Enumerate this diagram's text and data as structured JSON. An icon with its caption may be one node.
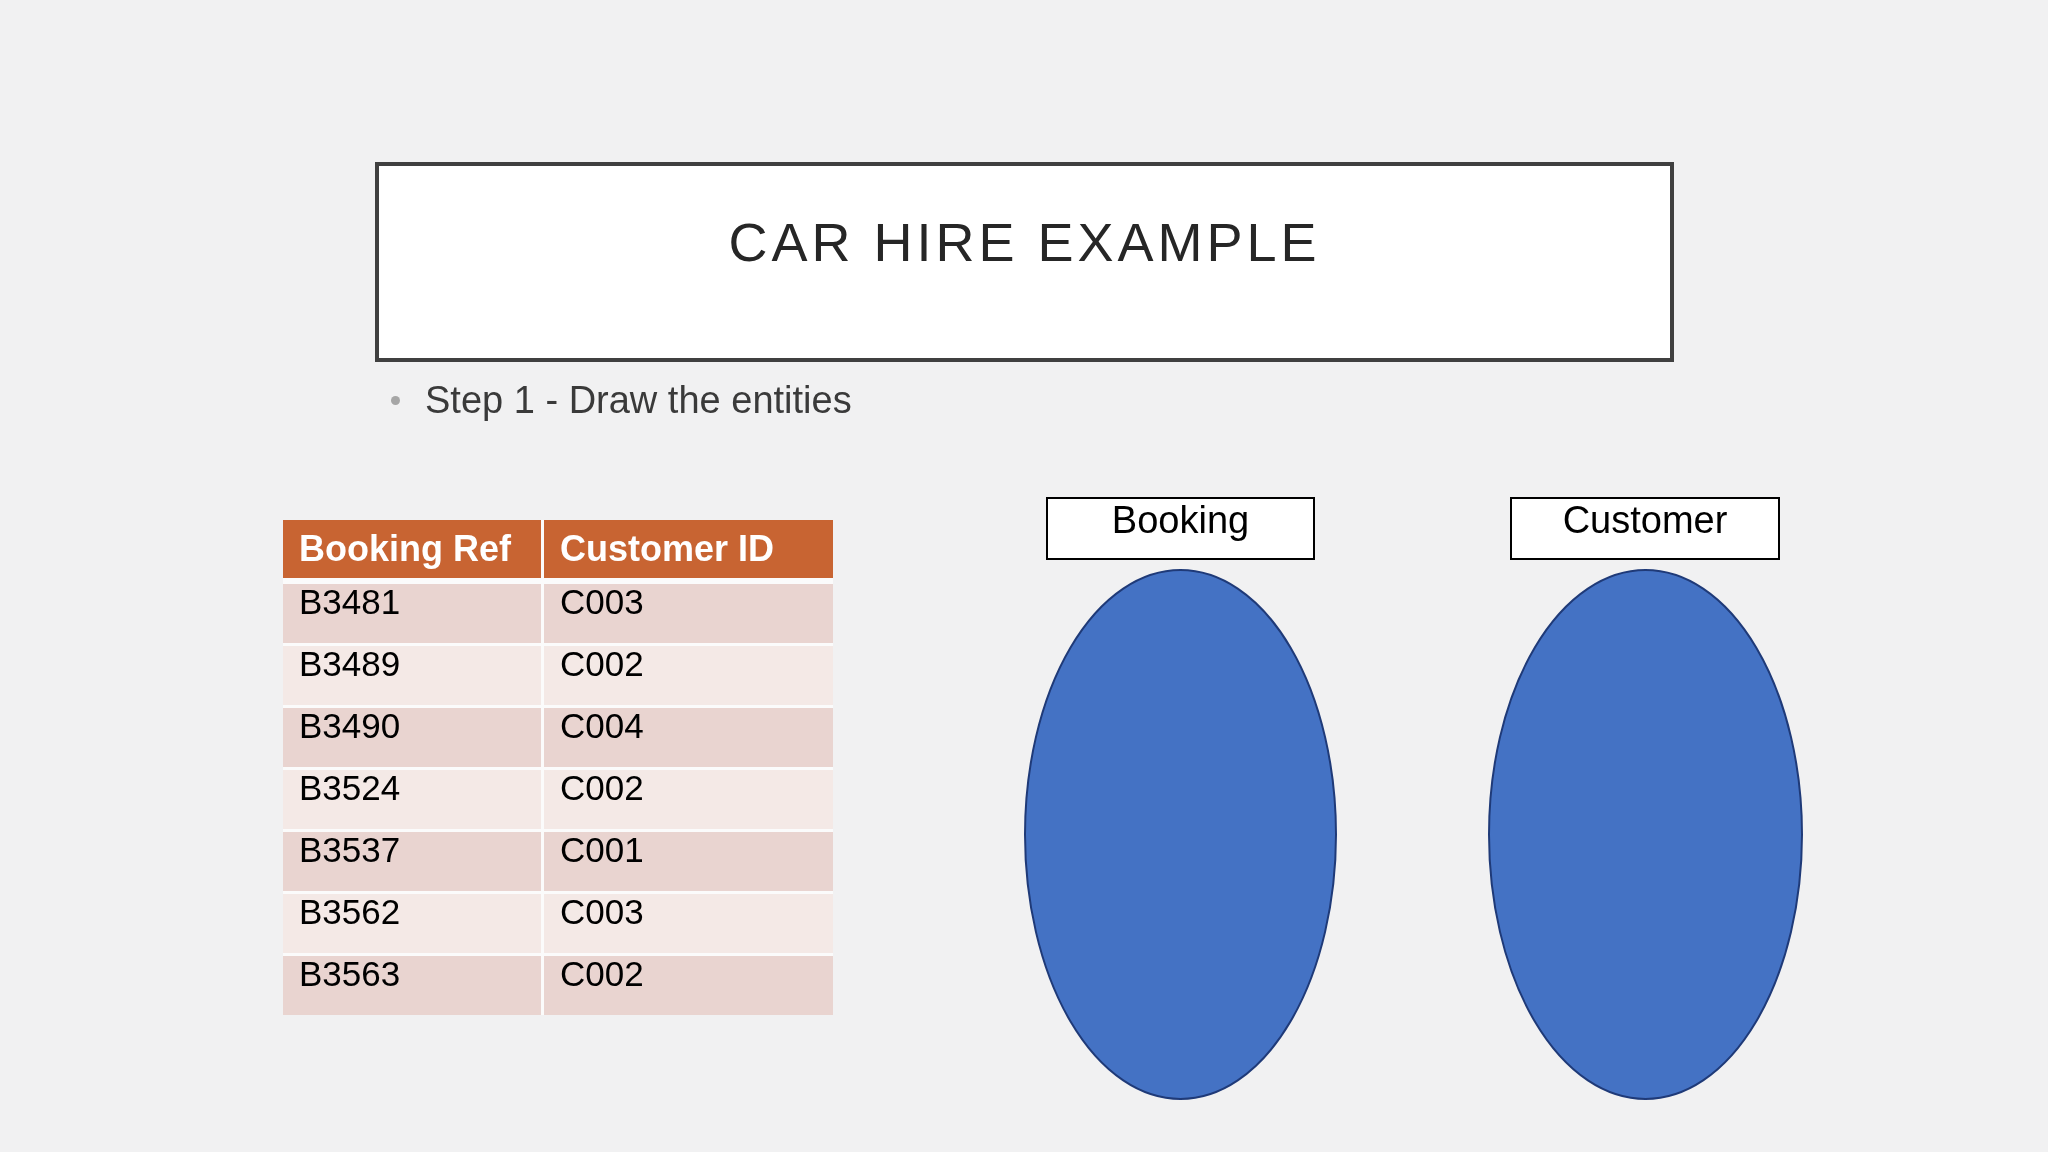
{
  "diagram": {
    "title": "CAR HIRE EXAMPLE",
    "nodes": [
      {
        "text": [
          "Booking"
        ]
      },
      {
        "text": [
          "Customer"
        ]
      },
      {
        "text": [],
        "shape": "ellipse"
      },
      {
        "text": [],
        "shape": "ellipse"
      }
    ],
    "labels": [
      "Step 1 - Draw the entities",
      "Booking Ref",
      "Customer ID",
      "B3481",
      "C003",
      "B3489",
      "C002",
      "B3490",
      "C004",
      "B3524",
      "C002",
      "B3537",
      "C001",
      "B3562",
      "C003",
      "B3563",
      "C002"
    ]
  }
}
